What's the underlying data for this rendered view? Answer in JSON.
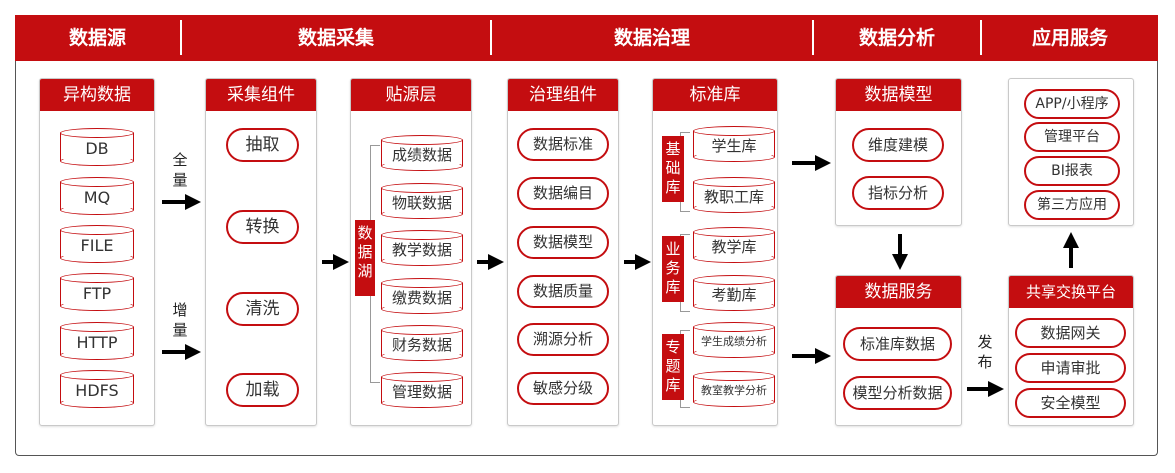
{
  "header": {
    "sections": [
      "数据源",
      "数据采集",
      "数据治理",
      "数据分析",
      "应用服务"
    ]
  },
  "source": {
    "title": "异构数据",
    "items": [
      "DB",
      "MQ",
      "FILE",
      "FTP",
      "HTTP",
      "HDFS"
    ]
  },
  "arrow_labels": {
    "full": "全量",
    "incremental": "增量",
    "publish": "发布"
  },
  "collect": {
    "title": "采集组件",
    "items": [
      "抽取",
      "转换",
      "清洗",
      "加载"
    ]
  },
  "ods": {
    "title": "贴源层",
    "lake_label": "数据湖",
    "items": [
      "成绩数据",
      "物联数据",
      "教学数据",
      "缴费数据",
      "财务数据",
      "管理数据"
    ]
  },
  "governance": {
    "title": "治理组件",
    "items": [
      "数据标准",
      "数据编目",
      "数据模型",
      "数据质量",
      "溯源分析",
      "敏感分级"
    ]
  },
  "standard": {
    "title": "标准库",
    "groups": [
      {
        "label": "基础库",
        "items": [
          "学生库",
          "教职工库"
        ]
      },
      {
        "label": "业务库",
        "items": [
          "教学库",
          "考勤库"
        ]
      },
      {
        "label": "专题库",
        "items": [
          "学生成绩分析",
          "教室教学分析"
        ]
      }
    ]
  },
  "model": {
    "title": "数据模型",
    "items": [
      "维度建模",
      "指标分析"
    ]
  },
  "service": {
    "title": "数据服务",
    "items": [
      "标准库数据",
      "模型分析数据"
    ]
  },
  "apps": {
    "items": [
      "APP/小程序",
      "管理平台",
      "BI报表",
      "第三方应用"
    ]
  },
  "exchange": {
    "title": "共享交换平台",
    "items": [
      "数据网关",
      "申请审批",
      "安全模型"
    ]
  },
  "colors": {
    "accent": "#c40d10",
    "text": "#333333"
  }
}
